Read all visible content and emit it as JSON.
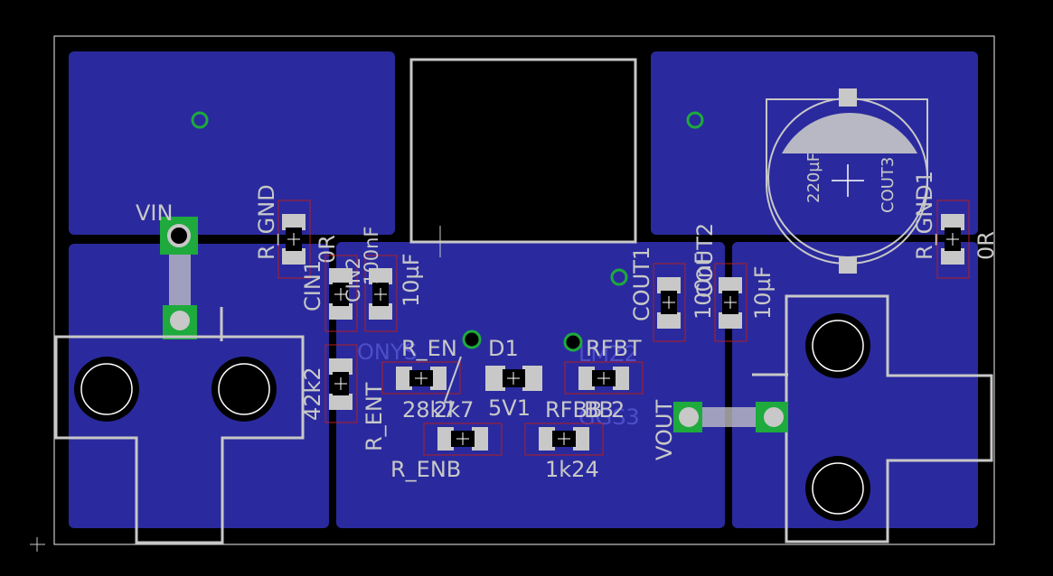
{
  "colors": {
    "background": "#000000",
    "copper_pour": "#2a2a9e",
    "silkscreen": "#c8c8c8",
    "pad": "#c8c8c8",
    "via_ring": "#1eaa3c",
    "pad_outline": "#b41e1e",
    "ghost_text": "#5a5ad8"
  },
  "labels": {
    "vin": "VIN",
    "vout": "VOUT",
    "r_gnd": "R_GND",
    "r_gnd1": "R_GND1",
    "zero_ohm_1": "0R",
    "zero_ohm_2": "0R",
    "cin1": "CIN1",
    "cin2": "CIN2",
    "cin_value_1": "100nF",
    "cin_value_2": "10µF",
    "r_ent": "R_ENT",
    "r_ent_value": "42k2",
    "r_en": "R_EN",
    "r_en_value": "28k7",
    "r_en_ghost": "2k7",
    "d1": "D1",
    "d1_value": "5V1",
    "rfbt": "RFBT",
    "rfbt_value": "BB",
    "rfbb": "RFBB",
    "rfbb_value": "2",
    "r_enb": "R_ENB",
    "r_enb_value": "1k24",
    "cout1": "COUT1",
    "cout2": "COUT2",
    "cout_value_1": "100nF",
    "cout_value_2": "10µF",
    "cout3": "COUT3",
    "cout3_value": "220µF",
    "ghost_text_1": "LMZ2",
    "ghost_text_2": "ONYS",
    "ghost_text_3": "GGS3"
  }
}
